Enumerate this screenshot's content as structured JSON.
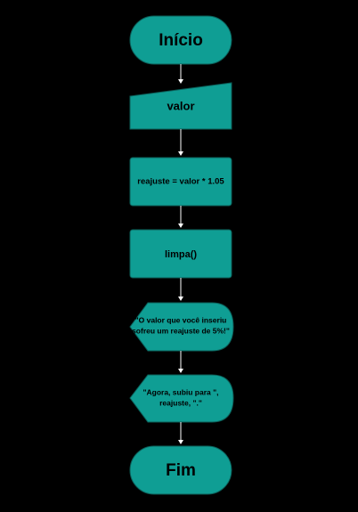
{
  "colors": {
    "background": "#000000",
    "node_fill": "#0f9e94",
    "node_text": "#000000",
    "connector": "#ffffff"
  },
  "flowchart": {
    "start": {
      "label": "Início"
    },
    "input": {
      "label": "valor"
    },
    "process": {
      "label": "reajuste = valor * 1.05"
    },
    "call": {
      "label": "limpa()"
    },
    "display_1": {
      "line_1": "\"O valor que você inseriu",
      "line_2": "sofreu um reajuste de 5%!\""
    },
    "display_2": {
      "line_1": "\"Agora, subiu para \",",
      "line_2": "reajuste, \".\""
    },
    "end": {
      "label": "Fim"
    }
  }
}
